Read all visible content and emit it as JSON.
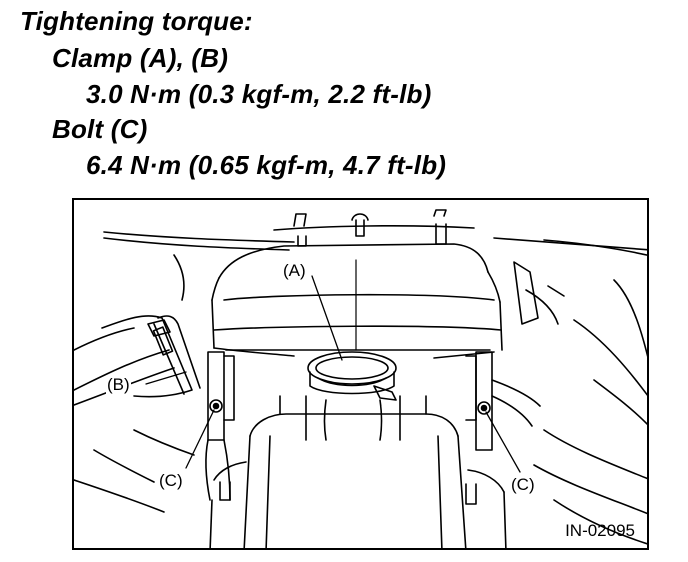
{
  "spec": {
    "heading": "Tightening torque:",
    "clamp_label": "Clamp (A), (B)",
    "clamp_torque": "3.0 N·m (0.3 kgf-m, 2.2 ft-lb)",
    "bolt_label": "Bolt (C)",
    "bolt_torque": "6.4 N·m (0.65 kgf-m, 4.7 ft-lb)"
  },
  "figure": {
    "callouts": {
      "a": "(A)",
      "b": "(B)",
      "c_left": "(C)",
      "c_right": "(C)"
    },
    "figure_id": "IN-02095"
  }
}
